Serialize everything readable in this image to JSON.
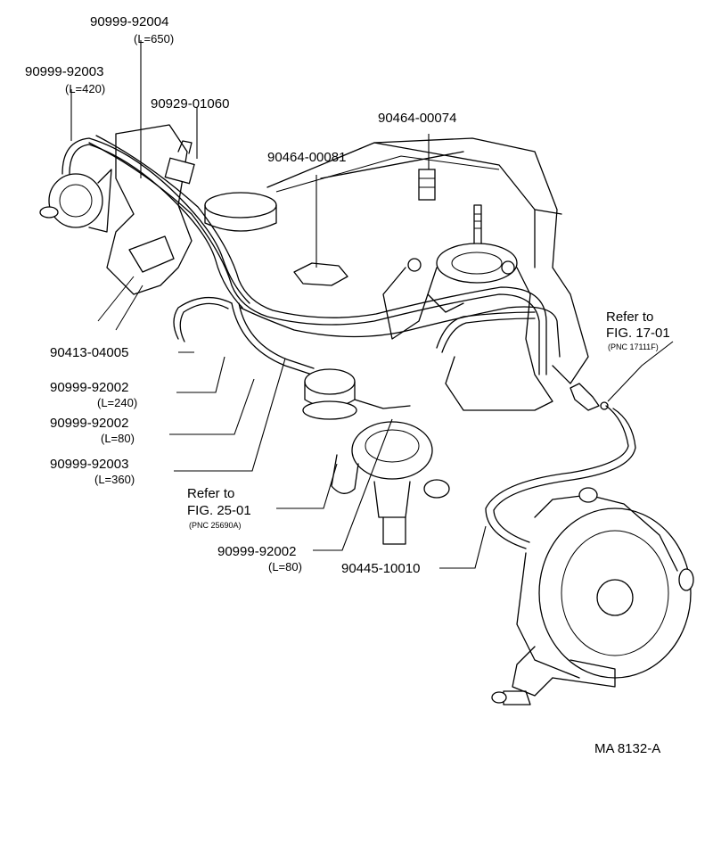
{
  "labels": {
    "p1": {
      "part": "90999-92004",
      "len": "(L=650)"
    },
    "p2": {
      "part": "90999-92003",
      "len": "(L=420)"
    },
    "p3": {
      "part": "90929-01060"
    },
    "p4": {
      "part": "90464-00074"
    },
    "p5": {
      "part": "90464-00081"
    },
    "p6": {
      "part": "90413-04005"
    },
    "p7": {
      "part": "90999-92002",
      "len": "(L=240)"
    },
    "p8": {
      "part": "90999-92002",
      "len": "(L=80)"
    },
    "p9": {
      "part": "90999-92003",
      "len": "(L=360)"
    },
    "p10": {
      "part": "90999-92002",
      "len": "(L=80)"
    },
    "p11": {
      "part": "90445-10010"
    }
  },
  "refs": {
    "fig17": {
      "line1": "Refer to",
      "line2": "FIG. 17-01",
      "pnc": "(PNC 17111F)"
    },
    "fig25": {
      "line1": "Refer to",
      "line2": "FIG. 25-01",
      "pnc": "(PNC 25690A)"
    }
  },
  "drawing_code": "MA 8132-A"
}
